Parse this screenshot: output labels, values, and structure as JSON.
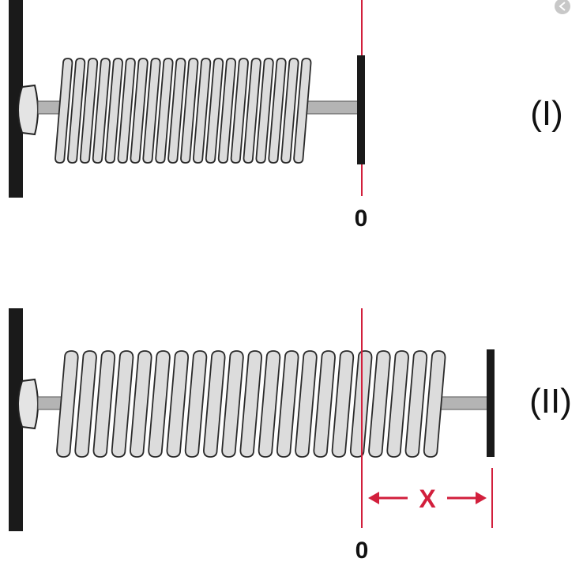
{
  "panels": [
    {
      "label": "(I)",
      "zero_label": "0",
      "coil_count": 20
    },
    {
      "label": "(II)",
      "zero_label": "0",
      "coil_count": 21,
      "displacement_label": "X"
    }
  ],
  "colors": {
    "wall": "#1a1a1a",
    "coil_fill": "#dcdcdc",
    "coil_stroke": "#2a2a2a",
    "rod": "#b4b4b4",
    "reference_line": "#d21f3c",
    "close_badge": "#c8c8c8"
  },
  "icons": {
    "close": "chevron-left-icon"
  }
}
